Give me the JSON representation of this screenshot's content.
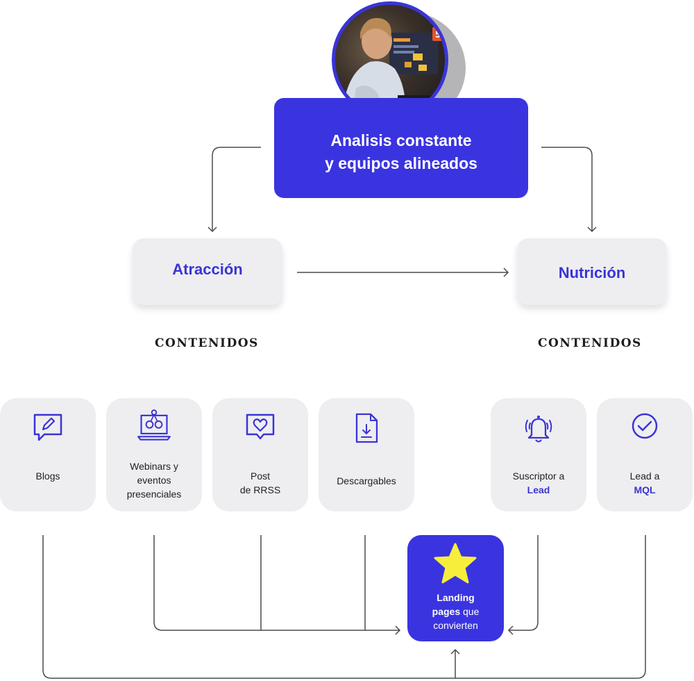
{
  "header": {
    "title_line1": "Analisis constante",
    "title_line2": "y equipos alineados",
    "avatar_icon": "person-at-computer-photo"
  },
  "stages": {
    "attraction": "Atracción",
    "nurturing": "Nutrición"
  },
  "section_labels": {
    "left": "CONTENIDOS",
    "right": "CONTENIDOS"
  },
  "cards": [
    {
      "icon": "edit-message-icon",
      "lines": [
        "Blogs"
      ],
      "highlight": ""
    },
    {
      "icon": "webinar-laptop-icon",
      "lines": [
        "Webinars y",
        "eventos",
        "presenciales"
      ],
      "highlight": ""
    },
    {
      "icon": "heart-message-icon",
      "lines": [
        "Post",
        "de RRSS"
      ],
      "highlight": ""
    },
    {
      "icon": "download-file-icon",
      "lines": [
        "Descargables"
      ],
      "highlight": ""
    },
    {
      "icon": "bell-ring-icon",
      "lines": [
        "Suscriptor a"
      ],
      "highlight": "Lead"
    },
    {
      "icon": "check-circle-icon",
      "lines": [
        "Lead a"
      ],
      "highlight": "MQL"
    }
  ],
  "landing": {
    "icon": "star-icon",
    "bold_line1": "Landing",
    "bold_word": "pages",
    "rest_line2": "que",
    "line3": "convierten"
  },
  "colors": {
    "accent": "#3a34e0",
    "card_bg": "#eeeef0",
    "star": "#f7ee3b",
    "connector": "#4a4a4a"
  }
}
